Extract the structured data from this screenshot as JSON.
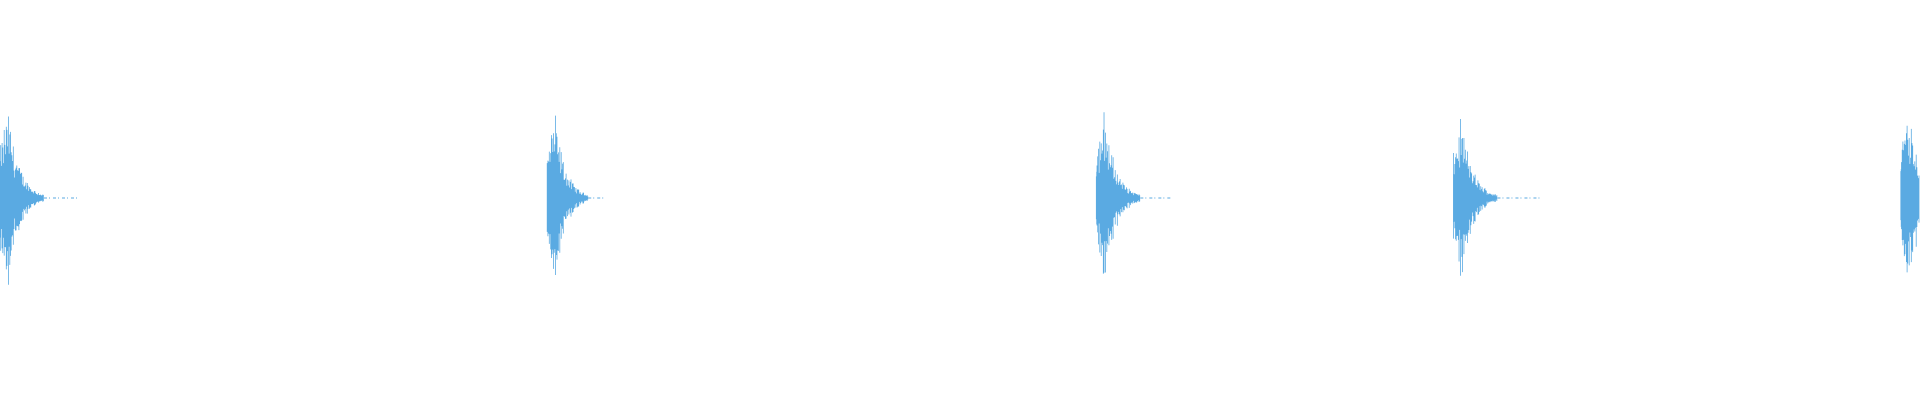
{
  "waveform": {
    "color": "#5aaae2",
    "background": "#ffffff",
    "bursts": [
      {
        "time": 0.0,
        "peak": 0.48,
        "decay": 0.06,
        "tail": 0.06
      },
      {
        "time": 0.285,
        "peak": 0.45,
        "decay": 0.055,
        "tail": 0.03
      },
      {
        "time": 0.571,
        "peak": 0.47,
        "decay": 0.06,
        "tail": 0.05
      },
      {
        "time": 0.757,
        "peak": 0.43,
        "decay": 0.06,
        "tail": 0.07
      },
      {
        "time": 0.99,
        "peak": 0.52,
        "decay": 0.06,
        "tail": 0.0
      }
    ]
  }
}
